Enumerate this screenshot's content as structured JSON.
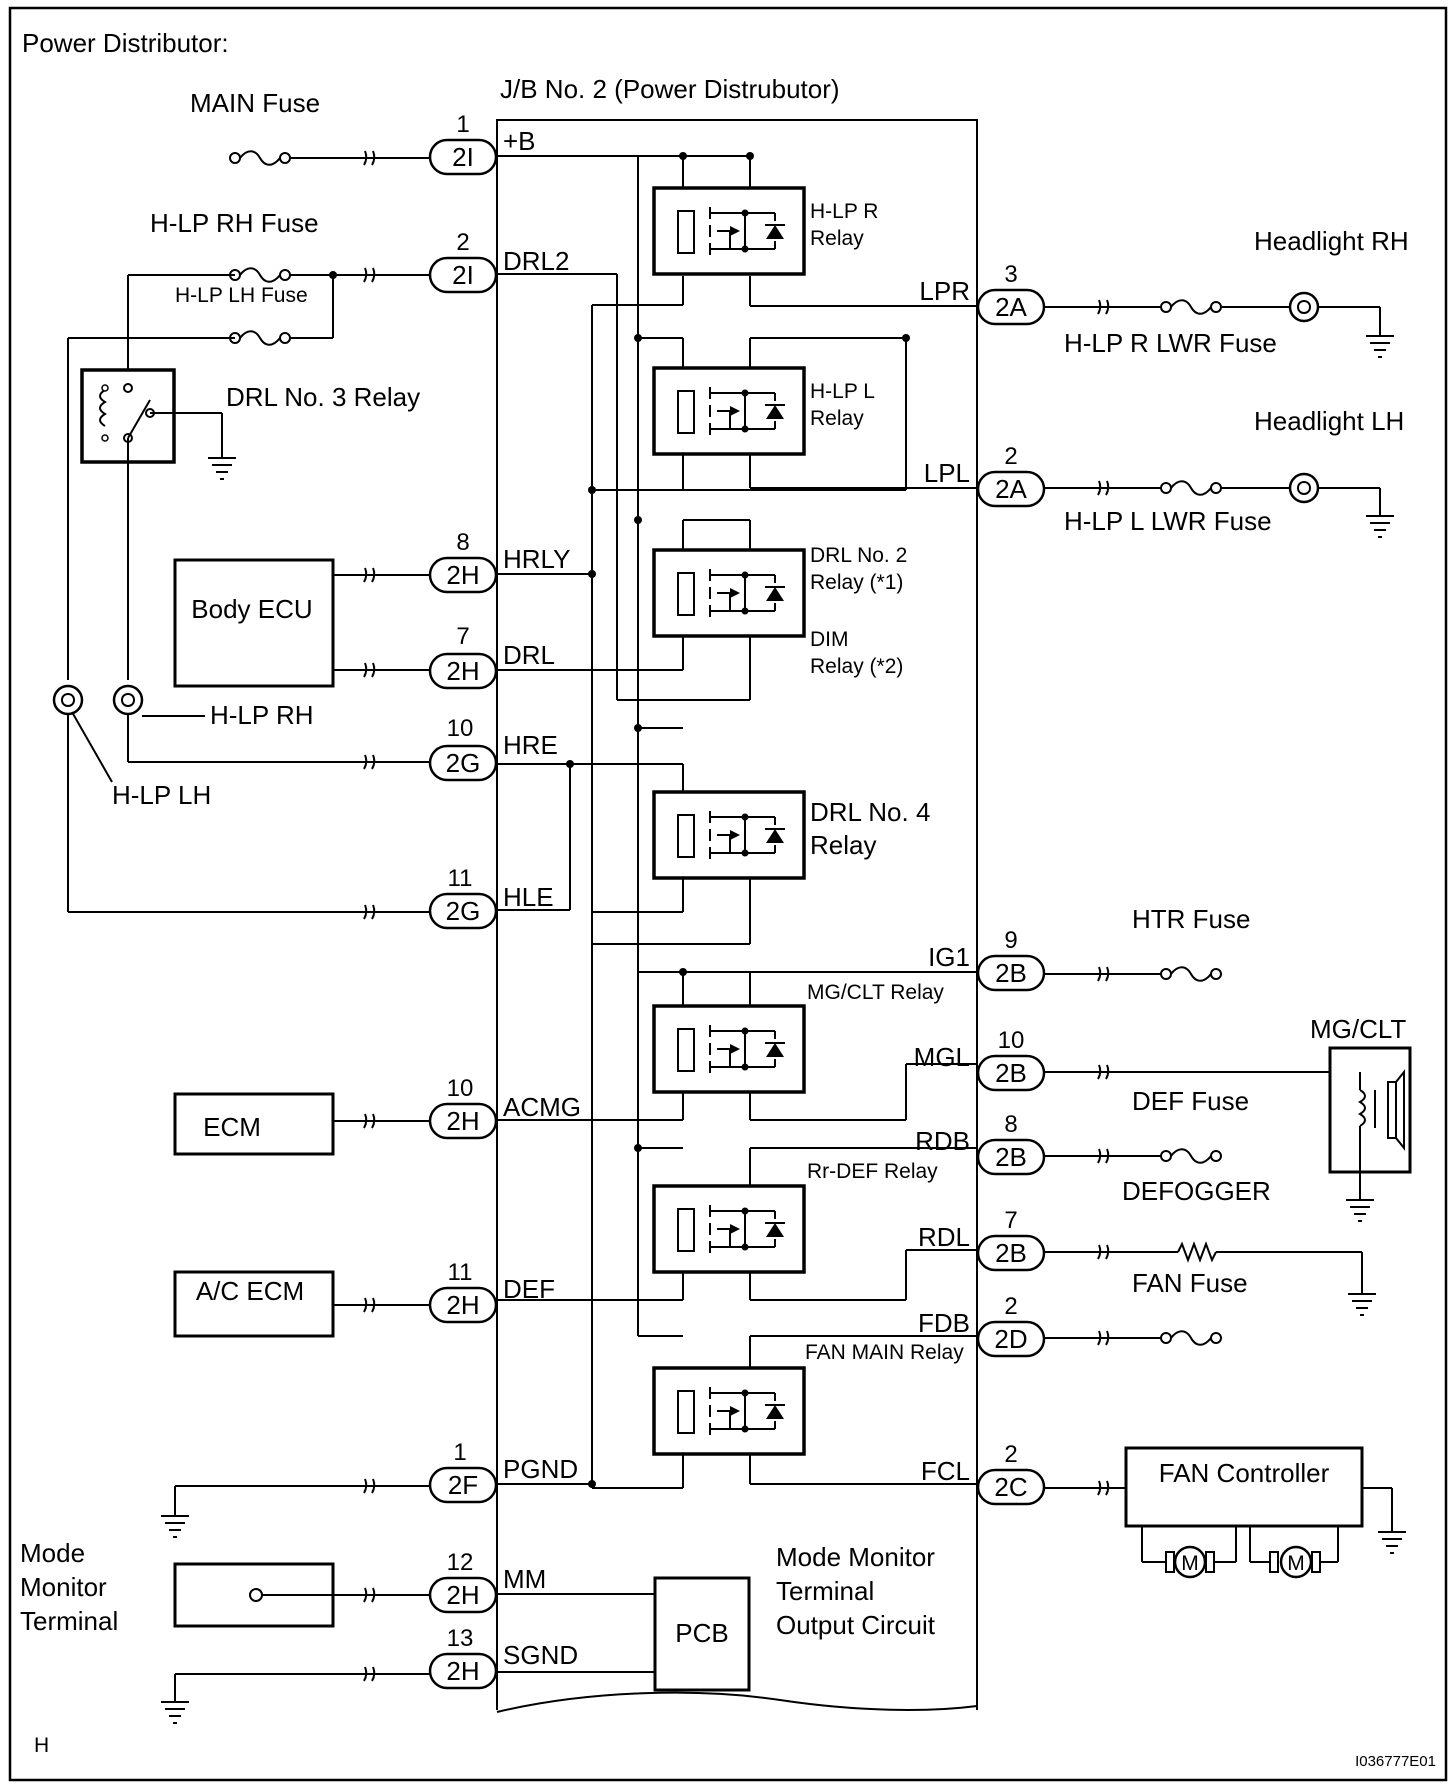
{
  "title": "Power Distributor:",
  "jb_title": "J/B No. 2 (Power Distrubutor)",
  "corner_letter": "H",
  "figure_id": "I036777E01",
  "connectors": [
    {
      "num": "1",
      "code": "2I",
      "terminal": "+B"
    },
    {
      "num": "2",
      "code": "2I",
      "terminal": "DRL2"
    },
    {
      "num": "8",
      "code": "2H",
      "terminal": "HRLY"
    },
    {
      "num": "7",
      "code": "2H",
      "terminal": "DRL"
    },
    {
      "num": "10",
      "code": "2G",
      "terminal": "HRE"
    },
    {
      "num": "11",
      "code": "2G",
      "terminal": "HLE"
    },
    {
      "num": "10",
      "code": "2H",
      "terminal": "ACMG"
    },
    {
      "num": "11",
      "code": "2H",
      "terminal": "DEF"
    },
    {
      "num": "1",
      "code": "2F",
      "terminal": "PGND"
    },
    {
      "num": "12",
      "code": "2H",
      "terminal": "MM"
    },
    {
      "num": "13",
      "code": "2H",
      "terminal": "SGND"
    },
    {
      "num": "3",
      "code": "2A",
      "terminal": "LPR"
    },
    {
      "num": "2",
      "code": "2A",
      "terminal": "LPL"
    },
    {
      "num": "9",
      "code": "2B",
      "terminal": "IG1"
    },
    {
      "num": "10",
      "code": "2B",
      "terminal": "MGL"
    },
    {
      "num": "8",
      "code": "2B",
      "terminal": "RDB"
    },
    {
      "num": "7",
      "code": "2B",
      "terminal": "RDL"
    },
    {
      "num": "2",
      "code": "2D",
      "terminal": "FDB"
    },
    {
      "num": "2",
      "code": "2C",
      "terminal": "FCL"
    }
  ],
  "relays": [
    {
      "line1": "H-LP R",
      "line2": "Relay"
    },
    {
      "line1": "H-LP L",
      "line2": "Relay"
    },
    {
      "line1": "DRL No. 2",
      "line2": "Relay (*1)"
    },
    {
      "line1": "DIM",
      "line2": "Relay (*2)"
    },
    {
      "line1": "DRL No. 4",
      "line2": "Relay"
    },
    {
      "line1": "MG/CLT Relay",
      "line2": ""
    },
    {
      "line1": "Rr-DEF Relay",
      "line2": ""
    },
    {
      "line1": "FAN MAIN Relay",
      "line2": ""
    }
  ],
  "labels": {
    "main_fuse": "MAIN Fuse",
    "hlp_rh_fuse": "H-LP RH Fuse",
    "hlp_lh_fuse": "H-LP LH Fuse",
    "drl3_relay": "DRL No. 3 Relay",
    "body_ecu": "Body ECU",
    "hlp_rh": "H-LP RH",
    "hlp_lh": "H-LP LH",
    "ecm": "ECM",
    "ac_ecm": "A/C ECM",
    "mode_monitor_1": "Mode",
    "mode_monitor_2": "Monitor",
    "mode_monitor_3": "Terminal",
    "pcb": "PCB",
    "mm_circuit_1": "Mode Monitor",
    "mm_circuit_2": "Terminal",
    "mm_circuit_3": "Output Circuit",
    "headlight_rh": "Headlight RH",
    "headlight_lh": "Headlight LH",
    "hlp_r_lwr_fuse": "H-LP R LWR Fuse",
    "hlp_l_lwr_fuse": "H-LP L LWR Fuse",
    "htr_fuse": "HTR Fuse",
    "mg_clt": "MG/CLT",
    "def_fuse": "DEF Fuse",
    "defogger": "DEFOGGER",
    "fan_fuse": "FAN Fuse",
    "fan_controller": "FAN Controller",
    "motor": "M"
  }
}
